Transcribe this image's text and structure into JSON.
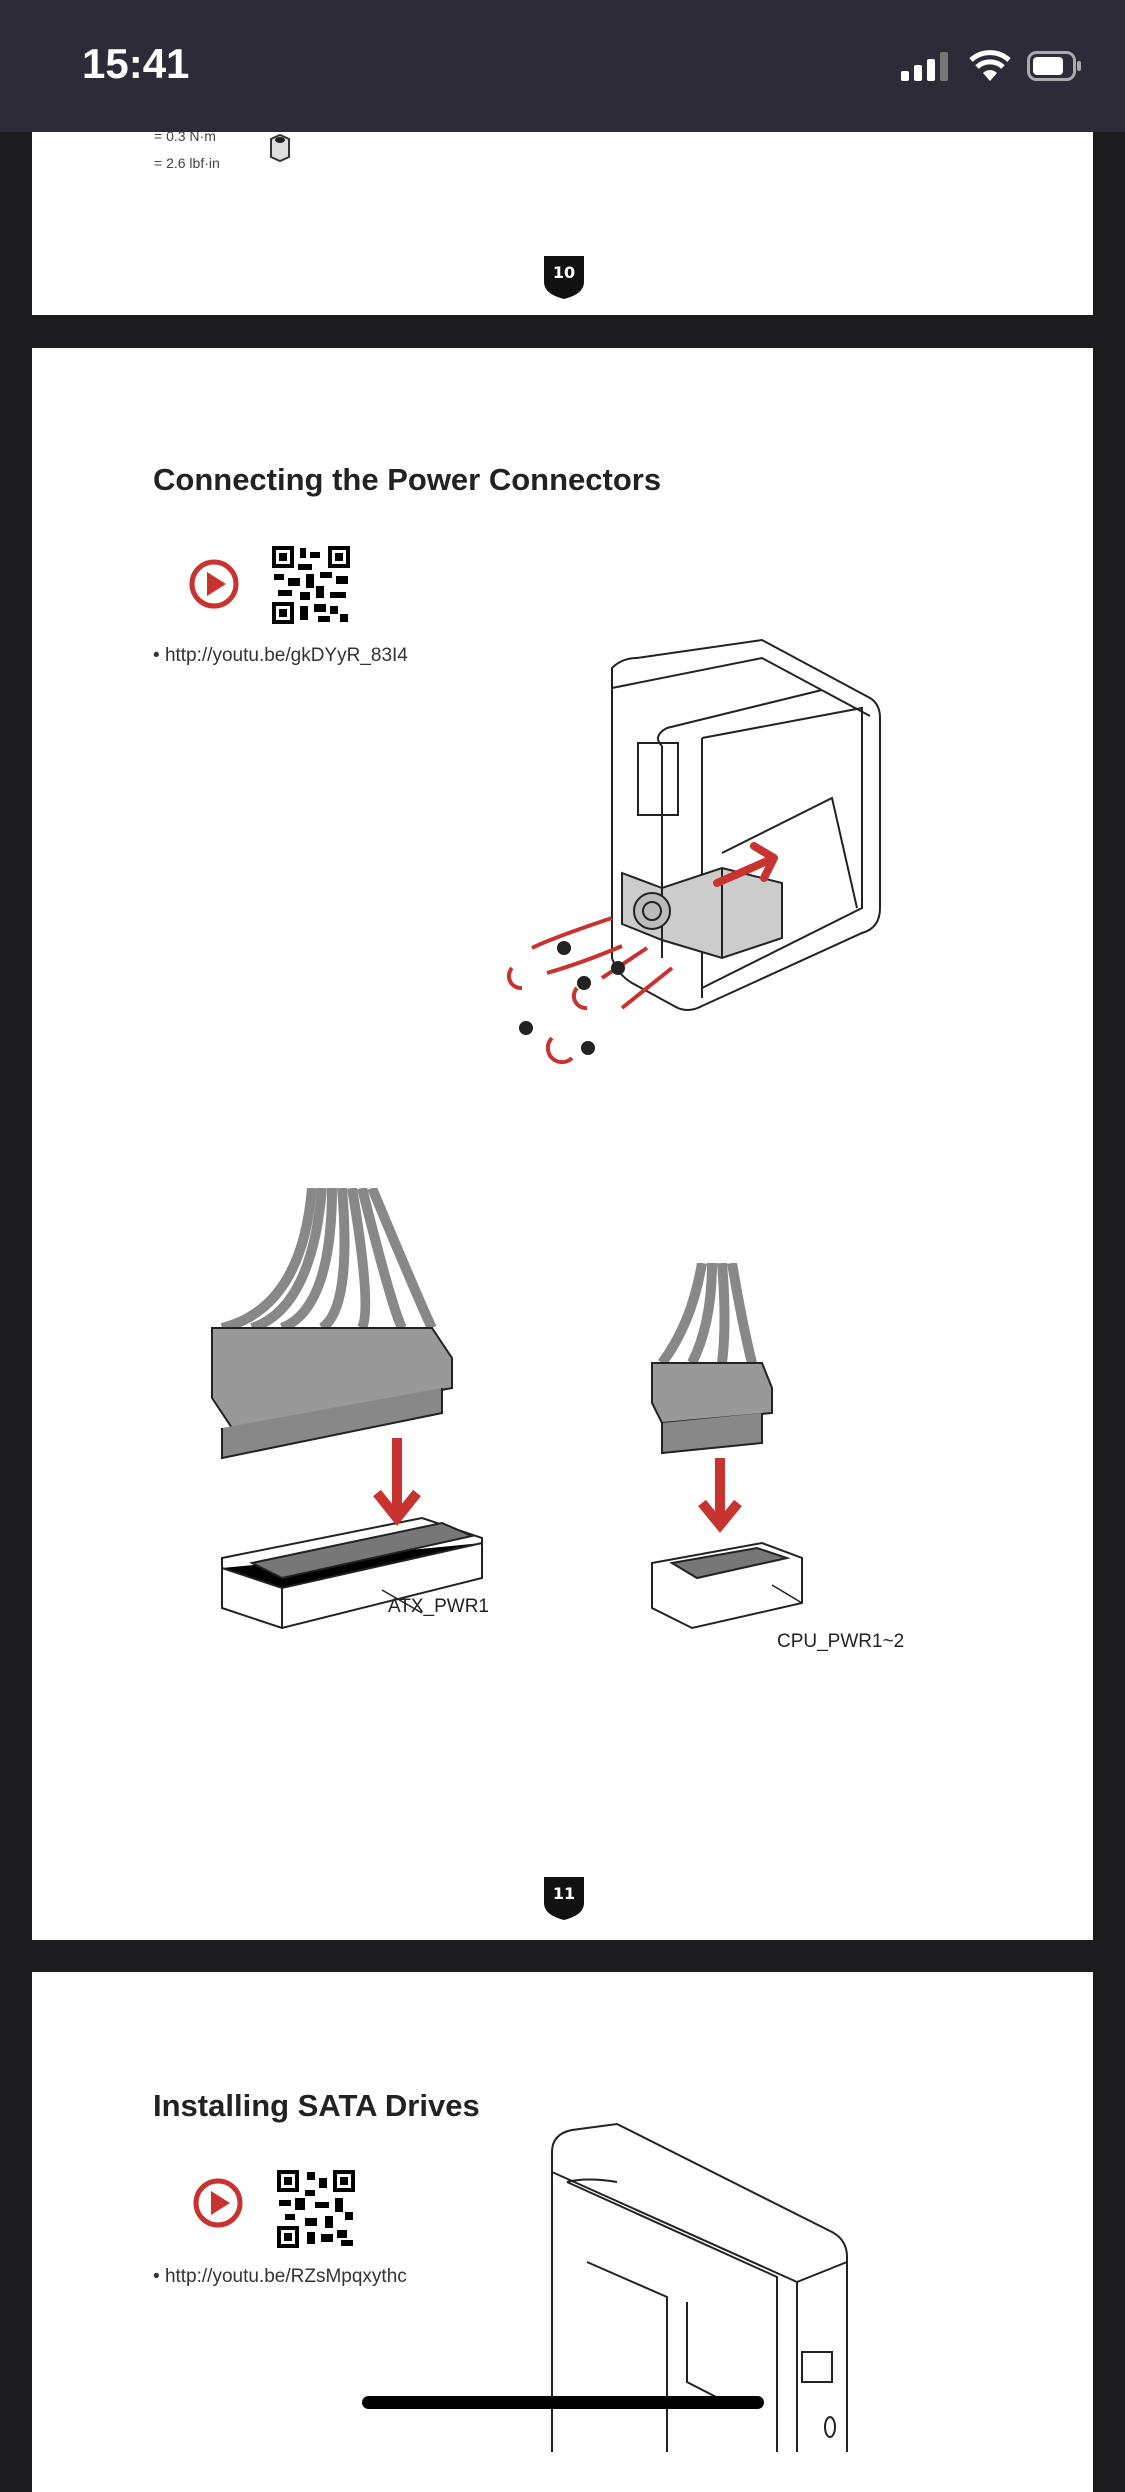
{
  "status_bar": {
    "time": "15:41"
  },
  "pages": [
    {
      "torque_top": "= 0.3 N·m",
      "torque": "= 2.6 lbf·in",
      "page_number": "10"
    },
    {
      "title": "Connecting the Power Connectors",
      "url": "http://youtu.be/gkDYyR_83I4",
      "labels": [
        "ATX_PWR1",
        "CPU_PWR1~2"
      ],
      "page_number": "11"
    },
    {
      "title": "Installing SATA Drives",
      "url": "http://youtu.be/RZsMpqxythc"
    }
  ],
  "colors": {
    "accent": "#c8322f",
    "status_bar": "#2c2b37"
  }
}
